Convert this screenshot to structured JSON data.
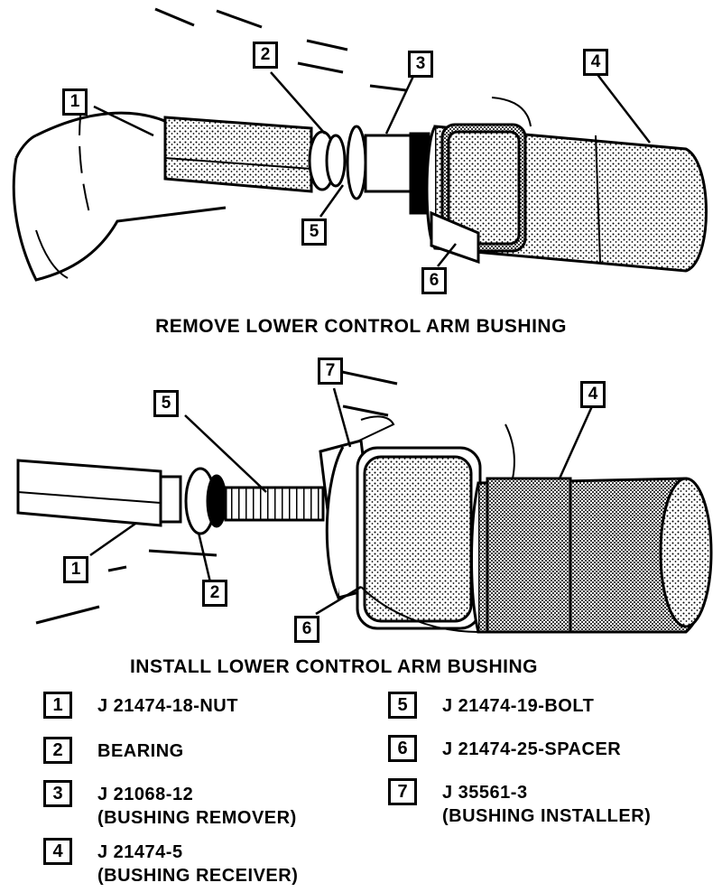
{
  "captions": {
    "remove": "REMOVE LOWER CONTROL ARM BUSHING",
    "install": "INSTALL LOWER CONTROL ARM BUSHING"
  },
  "callouts": {
    "remove": [
      "1",
      "2",
      "3",
      "4",
      "5",
      "6"
    ],
    "install": [
      "1",
      "2",
      "4",
      "5",
      "6",
      "7"
    ]
  },
  "legend": [
    {
      "number": "1",
      "line1": "J 21474-18-NUT",
      "line2": ""
    },
    {
      "number": "2",
      "line1": "BEARING",
      "line2": ""
    },
    {
      "number": "3",
      "line1": "J 21068-12",
      "line2": "(BUSHING REMOVER)"
    },
    {
      "number": "4",
      "line1": "J 21474-5",
      "line2": "(BUSHING RECEIVER)"
    },
    {
      "number": "5",
      "line1": "J 21474-19-BOLT",
      "line2": ""
    },
    {
      "number": "6",
      "line1": "J 21474-25-SPACER",
      "line2": ""
    },
    {
      "number": "7",
      "line1": "J 35561-3",
      "line2": "(BUSHING INSTALLER)"
    }
  ]
}
